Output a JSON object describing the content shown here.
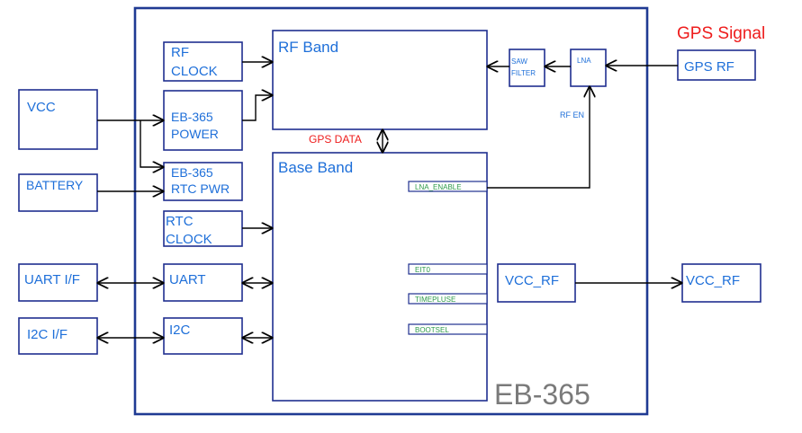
{
  "chip": {
    "name": "EB-365"
  },
  "gps_signal": "GPS Signal",
  "gps_data": "GPS DATA",
  "rf_en": "RF EN",
  "external": {
    "vcc": "VCC",
    "battery": "BATTERY",
    "uart_if": "UART I/F",
    "i2c_if": "I2C I/F",
    "gps_rf": "GPS RF",
    "vcc_rf_out": "VCC_RF"
  },
  "internal": {
    "rf_clock": [
      "RF",
      "CLOCK"
    ],
    "power": [
      "EB-365",
      "POWER"
    ],
    "rtc_pwr": [
      "EB-365",
      "RTC PWR"
    ],
    "rtc_clock": [
      "RTC",
      "CLOCK"
    ],
    "uart": "UART",
    "i2c": "I2C",
    "rf_band": "RF Band",
    "base_band": "Base Band",
    "saw_filter": [
      "SAW",
      "FILTER"
    ],
    "lna": "LNA",
    "vcc_rf": "VCC_RF"
  },
  "pins": [
    "LNA_ENABLE",
    "EIT0",
    "TIMEPLUSE",
    "BOOTSEL"
  ],
  "colors": {
    "box_border": "#1f2f8f",
    "label_text": "#1e6fd9",
    "pin_text": "#2e9a4a",
    "alert_text": "#ee1c1c",
    "chip_name": "#7a7a7a"
  }
}
